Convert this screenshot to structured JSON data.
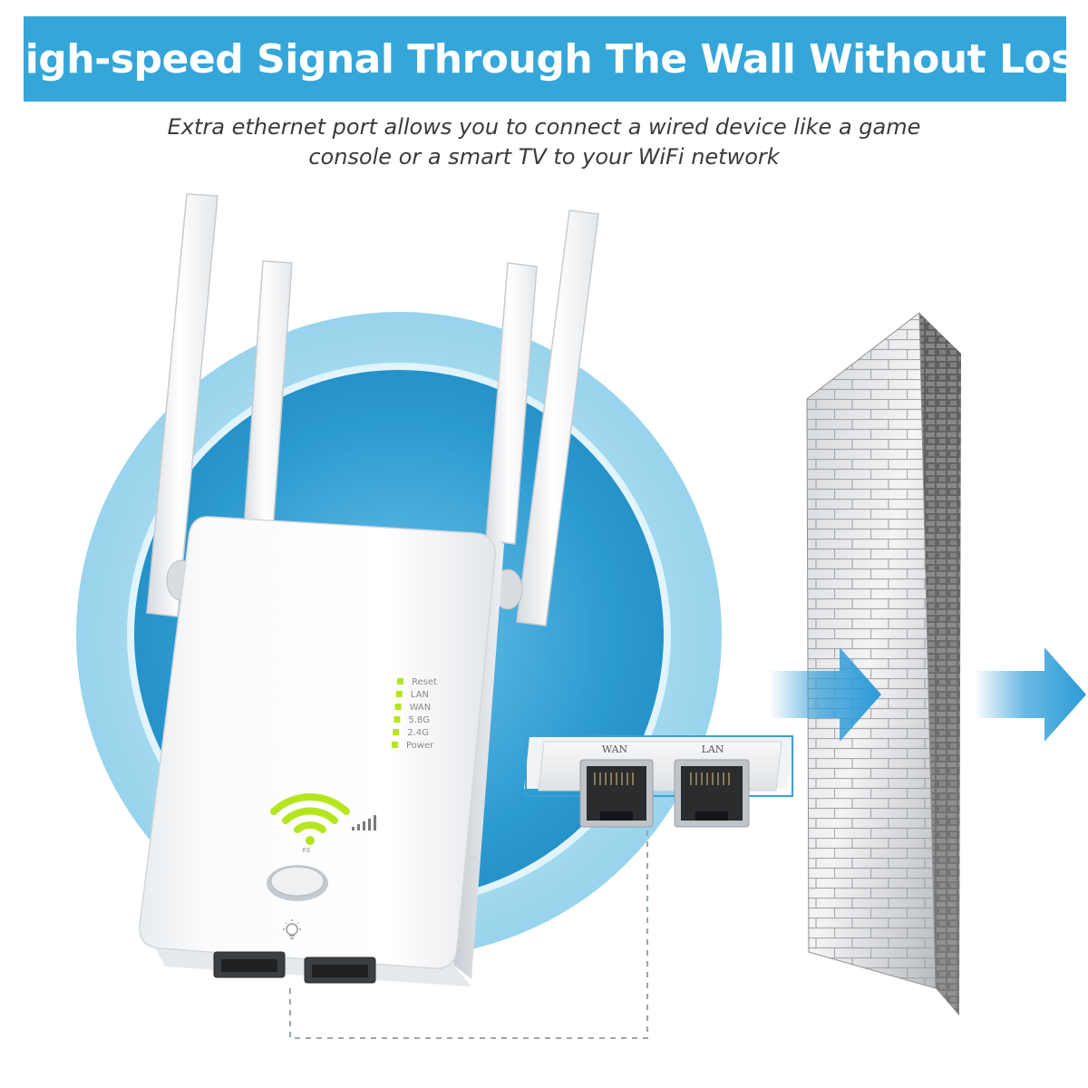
{
  "banner": {
    "title": "High-speed Signal Through The Wall Without Loss"
  },
  "subtitle": {
    "line1": "Extra ethernet port allows you to connect a wired device like a game",
    "line2": "console or a smart TV to your WiFi network"
  },
  "device": {
    "led_labels": [
      "Reset",
      "LAN",
      "WAN",
      "5.8G",
      "2.4G",
      "Power"
    ],
    "led_color": "#b5e61d",
    "wps_label": "RE"
  },
  "ports_panel": {
    "wan_label": "WAN",
    "lan_label": "LAN"
  },
  "colors": {
    "banner": "#35a6d9",
    "signal_outer": "#a9dcf0",
    "signal_inner": "#2c9bd1",
    "arrow": "#2b9bd8"
  },
  "icons": [
    "wifi-icon",
    "signal-bars-icon",
    "light-bulb-icon",
    "arrow-right-icon",
    "ethernet-port-icon",
    "brick-wall-icon"
  ]
}
